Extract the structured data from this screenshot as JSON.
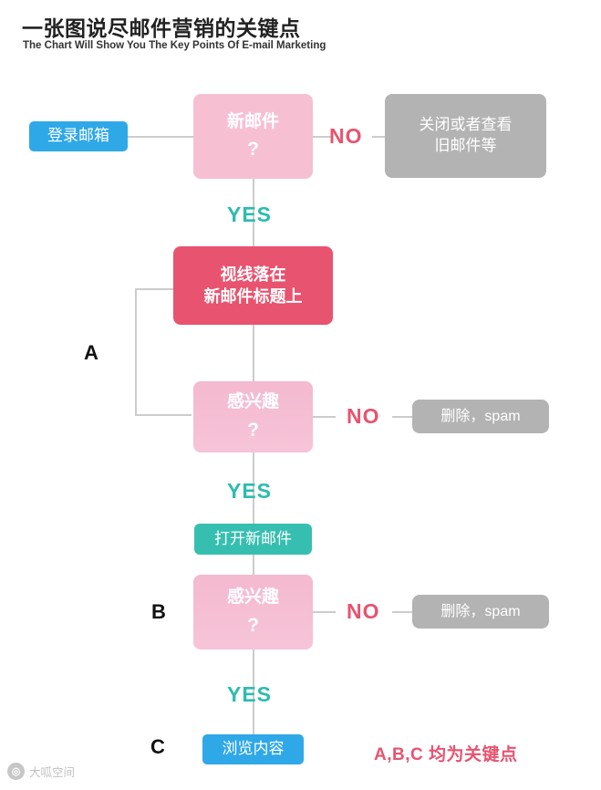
{
  "header": {
    "title_cn": "一张图说尽邮件营销的关键点",
    "title_en": "The Chart Will Show You The Key Points Of E-mail Marketing"
  },
  "nodes": {
    "login": "登录邮箱",
    "new_mail": "新邮件",
    "new_mail_q": "?",
    "close_or_old": "关闭或者查看\n旧邮件等",
    "close_or_old_line1": "关闭或者查看",
    "close_or_old_line2": "旧邮件等",
    "gaze_line1": "视线落在",
    "gaze_line2": "新邮件标题上",
    "interest_a": "感兴趣",
    "interest_a_q": "?",
    "delete_spam_a": "删除，spam",
    "open_mail": "打开新邮件",
    "interest_b": "感兴趣",
    "interest_b_q": "?",
    "delete_spam_b": "删除，spam",
    "browse": "浏览内容"
  },
  "labels": {
    "no_1": "NO",
    "no_2": "NO",
    "no_3": "NO",
    "yes_1": "YES",
    "yes_2": "YES",
    "yes_3": "YES",
    "point_a": "A",
    "point_b": "B",
    "point_c": "C",
    "key_points": "A,B,C 均为关键点"
  },
  "watermark": {
    "logo": "◎",
    "text": "大呱空间"
  },
  "colors": {
    "blue": "#2fa8e8",
    "pink_light": "#f6c0d2",
    "pink_mid": "#f4b9cf",
    "red": "#e8536f",
    "gray": "#b3b3b3",
    "teal": "#36bfb0",
    "line": "#cccccc"
  }
}
